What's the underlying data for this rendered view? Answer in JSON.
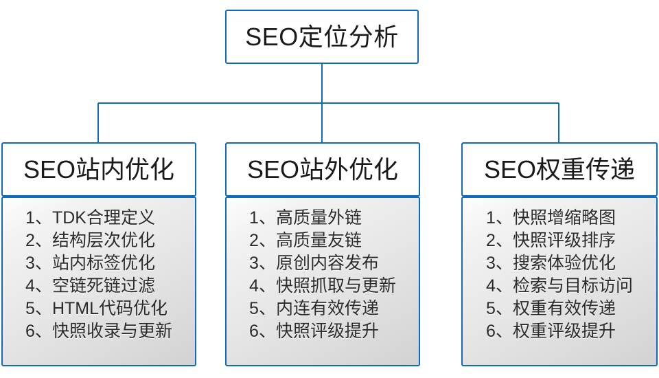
{
  "diagram": {
    "type": "org-chart",
    "root": {
      "title": "SEO定位分析"
    },
    "branches": [
      {
        "title": "SEO站内优化",
        "items": [
          "1、TDK合理定义",
          "2、结构层次优化",
          "3、站内标签优化",
          "4、空链死链过滤",
          "5、HTML代码优化",
          "6、快照收录与更新"
        ]
      },
      {
        "title": "SEO站外优化",
        "items": [
          "1、高质量外链",
          "2、高质量友链",
          "3、原创内容发布",
          "4、快照抓取与更新",
          "5、内连有效传递",
          "6、快照评级提升"
        ]
      },
      {
        "title": "SEO权重传递",
        "items": [
          "1、快照增缩略图",
          "2、快照评级排序",
          "3、搜索体验优化",
          "4、检索与目标访问",
          "5、权重有效传递",
          "6、权重评级提升"
        ]
      }
    ],
    "colors": {
      "border": "#0f6cbd",
      "connector": "#0f6cbd",
      "header_fill": "#ffffff",
      "body_fill_top": "#fdfdfd",
      "body_fill_bottom": "#d2d2d2",
      "text": "#1a1a1a",
      "list_text": "#2b2b2b",
      "canvas": "#ffffff"
    }
  }
}
